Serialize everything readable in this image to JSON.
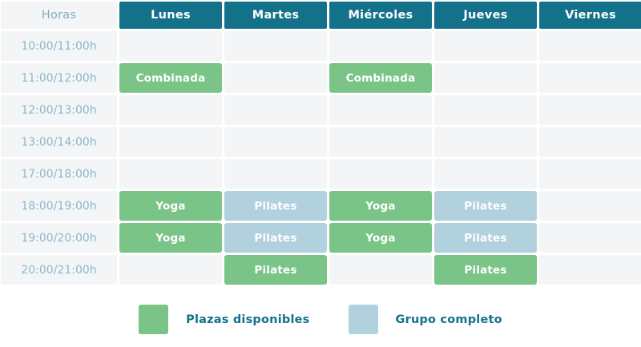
{
  "table": {
    "hours_header": "Horas",
    "day_headers": [
      "Lunes",
      "Martes",
      "Miércoles",
      "Jueves",
      "Viernes"
    ],
    "rows": [
      {
        "time": "10:00/11:00h",
        "cells": [
          {
            "label": "",
            "state": "empty"
          },
          {
            "label": "",
            "state": "empty"
          },
          {
            "label": "",
            "state": "empty"
          },
          {
            "label": "",
            "state": "empty"
          },
          {
            "label": "",
            "state": "empty"
          }
        ]
      },
      {
        "time": "11:00/12:00h",
        "cells": [
          {
            "label": "Combinada",
            "state": "available"
          },
          {
            "label": "",
            "state": "empty"
          },
          {
            "label": "Combinada",
            "state": "available"
          },
          {
            "label": "",
            "state": "empty"
          },
          {
            "label": "",
            "state": "empty"
          }
        ]
      },
      {
        "time": "12:00/13:00h",
        "cells": [
          {
            "label": "",
            "state": "empty"
          },
          {
            "label": "",
            "state": "empty"
          },
          {
            "label": "",
            "state": "empty"
          },
          {
            "label": "",
            "state": "empty"
          },
          {
            "label": "",
            "state": "empty"
          }
        ]
      },
      {
        "time": "13:00/14:00h",
        "cells": [
          {
            "label": "",
            "state": "empty"
          },
          {
            "label": "",
            "state": "empty"
          },
          {
            "label": "",
            "state": "empty"
          },
          {
            "label": "",
            "state": "empty"
          },
          {
            "label": "",
            "state": "empty"
          }
        ]
      },
      {
        "time": "17:00/18:00h",
        "cells": [
          {
            "label": "",
            "state": "empty"
          },
          {
            "label": "",
            "state": "empty"
          },
          {
            "label": "",
            "state": "empty"
          },
          {
            "label": "",
            "state": "empty"
          },
          {
            "label": "",
            "state": "empty"
          }
        ]
      },
      {
        "time": "18:00/19:00h",
        "cells": [
          {
            "label": "Yoga",
            "state": "available"
          },
          {
            "label": "Pilates",
            "state": "full"
          },
          {
            "label": "Yoga",
            "state": "available"
          },
          {
            "label": "Pilates",
            "state": "full"
          },
          {
            "label": "",
            "state": "empty"
          }
        ]
      },
      {
        "time": "19:00/20:00h",
        "cells": [
          {
            "label": "Yoga",
            "state": "available"
          },
          {
            "label": "Pilates",
            "state": "full"
          },
          {
            "label": "Yoga",
            "state": "available"
          },
          {
            "label": "Pilates",
            "state": "full"
          },
          {
            "label": "",
            "state": "empty"
          }
        ]
      },
      {
        "time": "20:00/21:00h",
        "cells": [
          {
            "label": "",
            "state": "empty"
          },
          {
            "label": "Pilates",
            "state": "available"
          },
          {
            "label": "",
            "state": "empty"
          },
          {
            "label": "Pilates",
            "state": "available"
          },
          {
            "label": "",
            "state": "empty"
          }
        ]
      }
    ]
  },
  "legend": {
    "items": [
      {
        "label": "Plazas disponibles",
        "state": "available"
      },
      {
        "label": "Grupo completo",
        "state": "full"
      }
    ]
  },
  "colors": {
    "header_teal": "#14718a",
    "available_green": "#79c486",
    "full_blue": "#b2d1de",
    "cell_background": "#f3f5f7",
    "hours_text": "#8ab8c9",
    "legend_text": "#14718a",
    "page_background": "#ffffff"
  }
}
